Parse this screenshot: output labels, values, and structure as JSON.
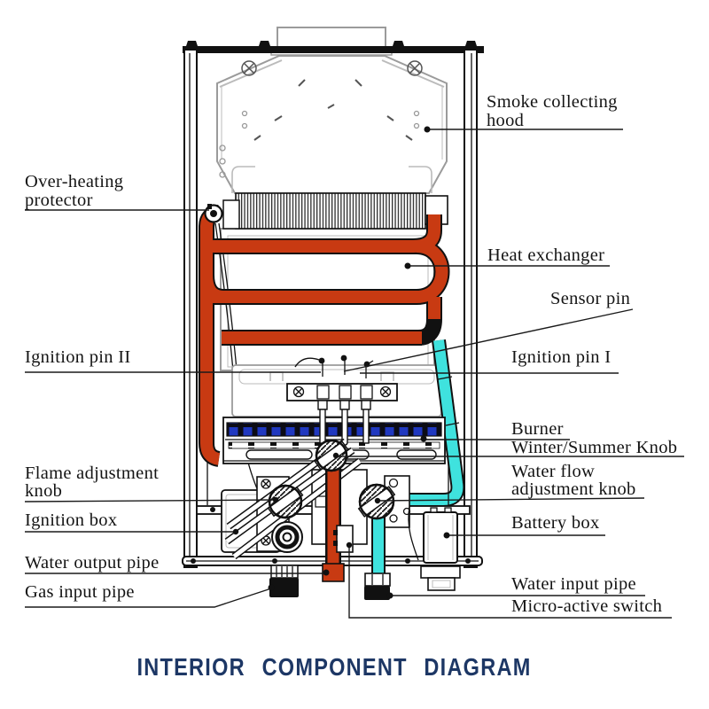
{
  "title": "INTERIOR COMPONENT DIAGRAM",
  "colors": {
    "hot_pipe": "#c83a12",
    "cold_pipe": "#3fe2de",
    "burner_blue": "#2038c0",
    "title_navy": "#1d3765"
  },
  "labels": {
    "smoke_hood": {
      "line1": "Smoke collecting",
      "line2": "hood"
    },
    "overheat": {
      "line1": "Over-heating",
      "line2": "protector"
    },
    "heat_exchanger": "Heat exchanger",
    "sensor_pin": "Sensor pin",
    "ignition_pin_2": "Ignition pin II",
    "ignition_pin_1": "Ignition pin I",
    "burner": "Burner",
    "winter_summer": "Winter/Summer Knob",
    "flame_knob": {
      "line1": "Flame adjustment",
      "line2": "knob"
    },
    "water_flow": {
      "line1": "Water flow",
      "line2": "adjustment knob"
    },
    "ignition_box": "Ignition box",
    "battery_box": "Battery box",
    "water_output": "Water output pipe",
    "gas_input": "Gas input pipe",
    "water_input": "Water input pipe",
    "micro_switch": "Micro-active switch"
  }
}
